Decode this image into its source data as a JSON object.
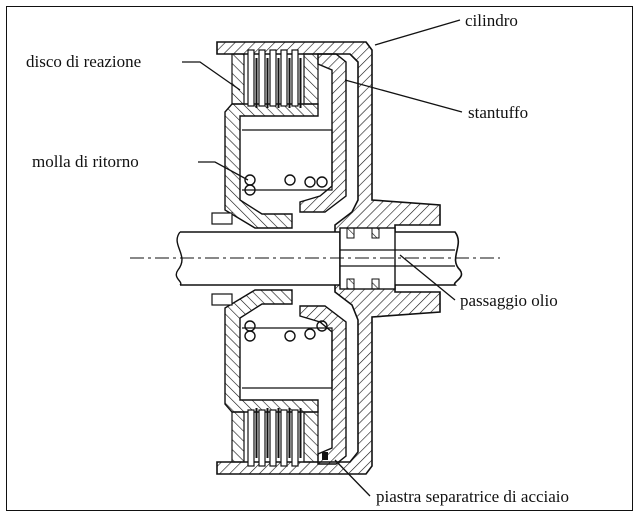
{
  "labels": {
    "cilindro": "cilindro",
    "disco_reazione": "disco di reazione",
    "stantuffo": "stantuffo",
    "molla_ritorno": "molla di ritorno",
    "passaggio_olio": "passaggio olio",
    "piastra": "piastra separatrice di acciaio"
  },
  "colors": {
    "ink": "#111111",
    "paper": "#ffffff"
  }
}
